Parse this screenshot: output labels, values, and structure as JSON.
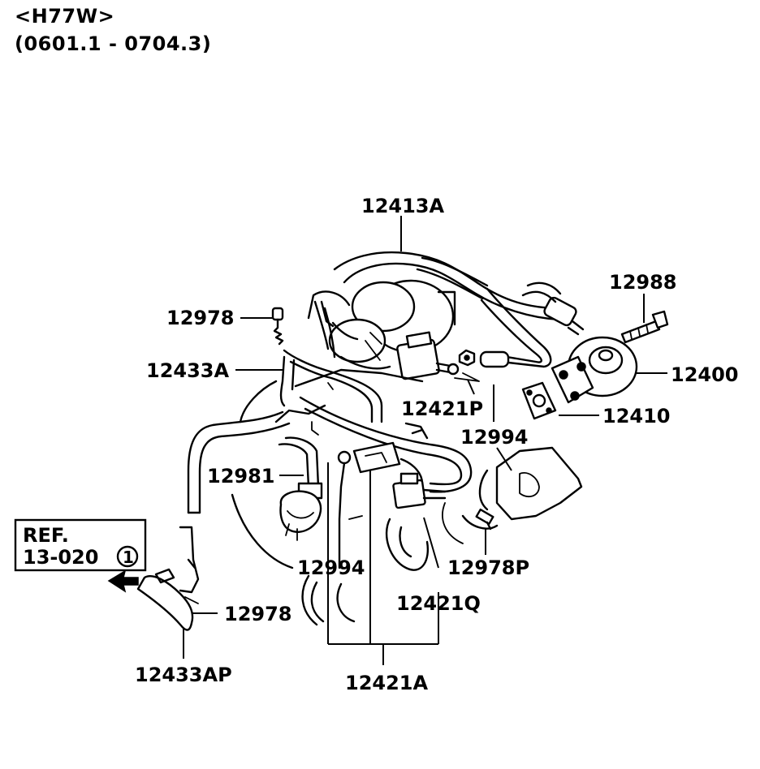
{
  "header": {
    "model": "<H77W>",
    "date_range": "(0601.1 - 0704.3)"
  },
  "reference_box": {
    "line1": "REF.",
    "line2": "13-020",
    "circle_number": "1"
  },
  "callouts": [
    {
      "id": "12413A",
      "label": "12413A"
    },
    {
      "id": "12988",
      "label": "12988"
    },
    {
      "id": "12978-top",
      "label": "12978"
    },
    {
      "id": "12433A",
      "label": "12433A"
    },
    {
      "id": "12400",
      "label": "12400"
    },
    {
      "id": "12421P",
      "label": "12421P"
    },
    {
      "id": "12410",
      "label": "12410"
    },
    {
      "id": "12994-right",
      "label": "12994"
    },
    {
      "id": "12981",
      "label": "12981"
    },
    {
      "id": "12978P",
      "label": "12978P"
    },
    {
      "id": "12994-center",
      "label": "12994"
    },
    {
      "id": "12421Q",
      "label": "12421Q"
    },
    {
      "id": "12978-bottom",
      "label": "12978"
    },
    {
      "id": "12433AP",
      "label": "12433AP"
    },
    {
      "id": "12421A",
      "label": "12421A"
    }
  ]
}
